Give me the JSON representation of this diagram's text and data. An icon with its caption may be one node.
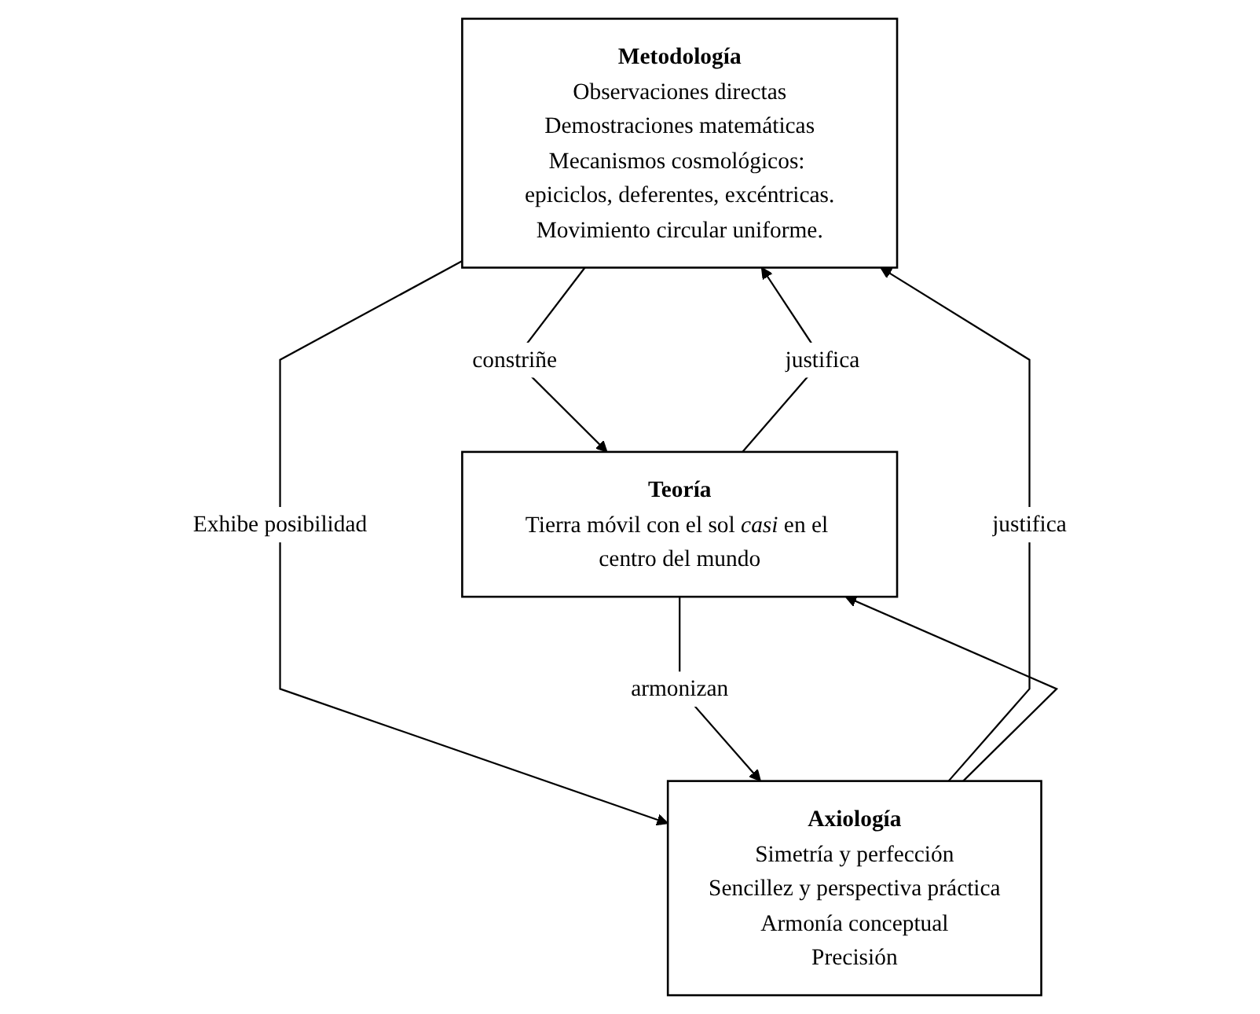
{
  "diagram": {
    "nodes": [
      {
        "text": [
          "Metodología",
          "Observaciones directas",
          "Demostraciones matemáticas",
          "Mecanismos cosmológicos: epiciclos, deferentes, excéntricas.",
          "Movimiento circular uniforme."
        ]
      },
      {
        "text": [
          "Teoría",
          "Tierra móvil con el sol *casi* en el centro del mundo"
        ]
      },
      {
        "text": [
          "Axiología",
          "Simetría y perfección",
          "Sencillez y perspectiva práctica",
          "Armonía conceptual",
          "Precisión"
        ]
      }
    ],
    "edges": [
      {
        "from": 1,
        "to": 0,
        "arrow": "to",
        "label": "justifica"
      },
      {
        "from": 0,
        "to": 1,
        "arrow": "to",
        "label": "constriñe"
      },
      {
        "from": 2,
        "to": 0,
        "arrow": "to",
        "label": "justifica"
      },
      {
        "from": 0,
        "to": 2,
        "arrow": "to",
        "label": "Exhibe posibilidad"
      },
      {
        "from": 2,
        "to": 1,
        "arrow": "to"
      },
      {
        "from": 1,
        "to": 2,
        "arrow": "to",
        "label": "armonizan"
      }
    ]
  }
}
